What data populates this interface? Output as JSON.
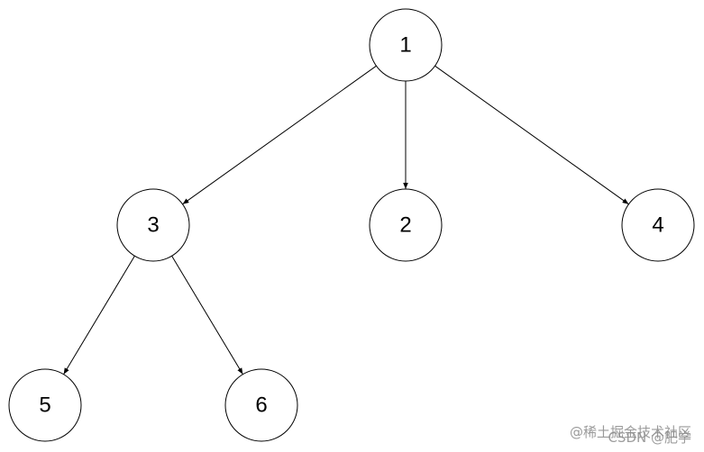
{
  "diagram": {
    "nodes": [
      {
        "id": "1",
        "label": "1"
      },
      {
        "id": "2",
        "label": "2"
      },
      {
        "id": "3",
        "label": "3"
      },
      {
        "id": "4",
        "label": "4"
      },
      {
        "id": "5",
        "label": "5"
      },
      {
        "id": "6",
        "label": "6"
      }
    ],
    "edges": [
      {
        "from": "1",
        "to": "3"
      },
      {
        "from": "1",
        "to": "2"
      },
      {
        "from": "1",
        "to": "4"
      },
      {
        "from": "3",
        "to": "5"
      },
      {
        "from": "3",
        "to": "6"
      }
    ]
  },
  "watermark": {
    "line1": "@稀土掘金技术社区",
    "line2": "CSDN @肥学"
  },
  "colors": {
    "stroke": "#000000",
    "fill": "#ffffff",
    "watermark": "#9a9a9a"
  }
}
